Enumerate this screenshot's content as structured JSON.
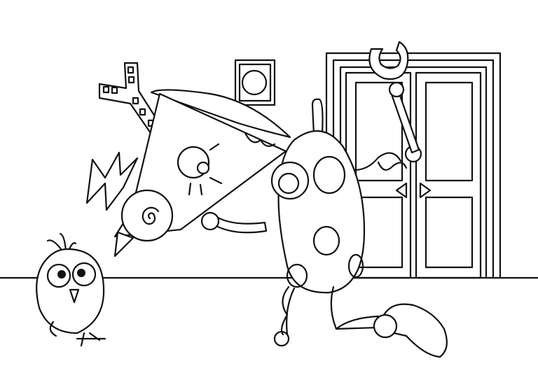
{
  "colors": {
    "line": "#111111",
    "background": "#ffffff"
  },
  "scene": {
    "elements": [
      "floor-line",
      "door",
      "light-switch",
      "bird",
      "robot-triangle",
      "robot-pod",
      "wrench"
    ]
  }
}
